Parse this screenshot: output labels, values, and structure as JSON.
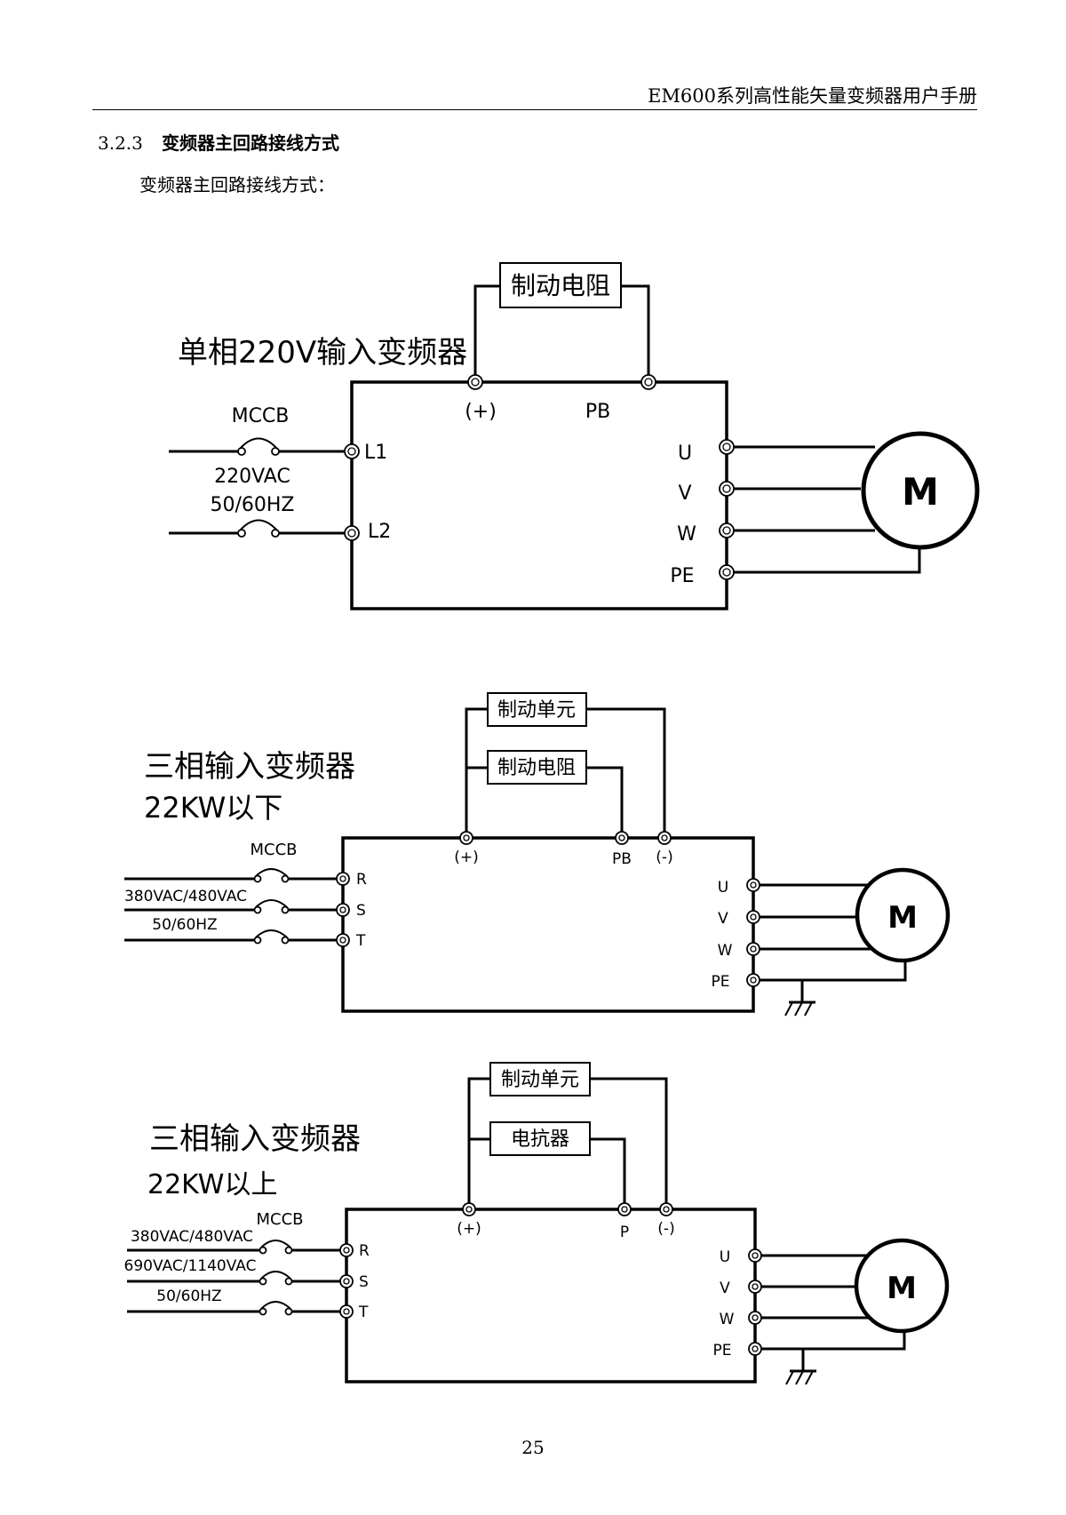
{
  "header": {
    "title": "EM600系列高性能矢量变频器用户手册"
  },
  "section": {
    "number": "3.2.3",
    "title": "变频器主回路接线方式",
    "intro": "变频器主回路接线方式："
  },
  "diagram1": {
    "title": "单相220V输入变频器",
    "braking_resistor": "制动电阻",
    "breaker": "MCCB",
    "supply_voltage": "220VAC",
    "supply_freq": "50/60HZ",
    "inputs": [
      "L1",
      "L2"
    ],
    "dc_terminals": [
      "(+)",
      "PB"
    ],
    "outputs": [
      "U",
      "V",
      "W",
      "PE"
    ],
    "motor": "M"
  },
  "diagram2": {
    "title_line1": "三相输入变频器",
    "title_line2": "22KW以下",
    "braking_unit": "制动单元",
    "braking_resistor": "制动电阻",
    "breaker": "MCCB",
    "supply_voltage": "380VAC/480VAC",
    "supply_freq": "50/60HZ",
    "inputs": [
      "R",
      "S",
      "T"
    ],
    "dc_terminals": [
      "(+)",
      "PB",
      "(-)"
    ],
    "outputs": [
      "U",
      "V",
      "W",
      "PE"
    ],
    "motor": "M"
  },
  "diagram3": {
    "title_line1": "三相输入变频器",
    "title_line2": "22KW以上",
    "braking_unit": "制动单元",
    "reactor": "电抗器",
    "breaker": "MCCB",
    "supply_voltage_1": "380VAC/480VAC",
    "supply_voltage_2": "690VAC/1140VAC",
    "supply_freq": "50/60HZ",
    "inputs": [
      "R",
      "S",
      "T"
    ],
    "dc_terminals": [
      "(+)",
      "P",
      "(-)"
    ],
    "outputs": [
      "U",
      "V",
      "W",
      "PE"
    ],
    "motor": "M"
  },
  "footer": {
    "page_number": "25"
  }
}
